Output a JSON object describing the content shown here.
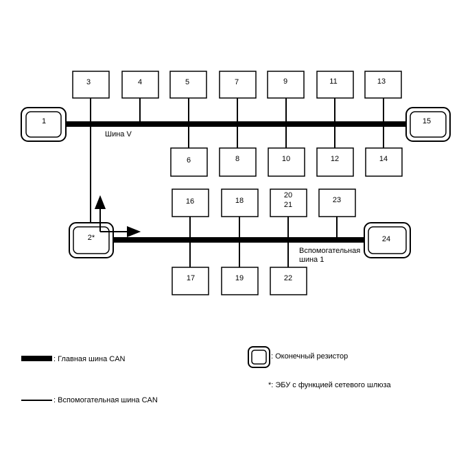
{
  "diagram": {
    "bus_v_label": "Шина V",
    "bus_sub_label_line1": "Вспомогательная",
    "bus_sub_label_line2": "шина 1",
    "nodes": {
      "n1": "1",
      "n2": "2*",
      "n3": "3",
      "n4": "4",
      "n5": "5",
      "n6": "6",
      "n7": "7",
      "n8": "8",
      "n9": "9",
      "n10": "10",
      "n11": "11",
      "n12": "12",
      "n13": "13",
      "n14": "14",
      "n15": "15",
      "n16": "16",
      "n17": "17",
      "n18": "18",
      "n19": "19",
      "n20": "20",
      "n21": "21",
      "n22": "22",
      "n23": "23",
      "n24": "24"
    }
  },
  "legend": {
    "main_bus": ": Главная шина CAN",
    "sub_bus": ": Вспомогательная шина CAN",
    "terminator": ": Оконечный резистор",
    "gateway_note": "*: ЭБУ с функцией сетевого шлюза"
  }
}
